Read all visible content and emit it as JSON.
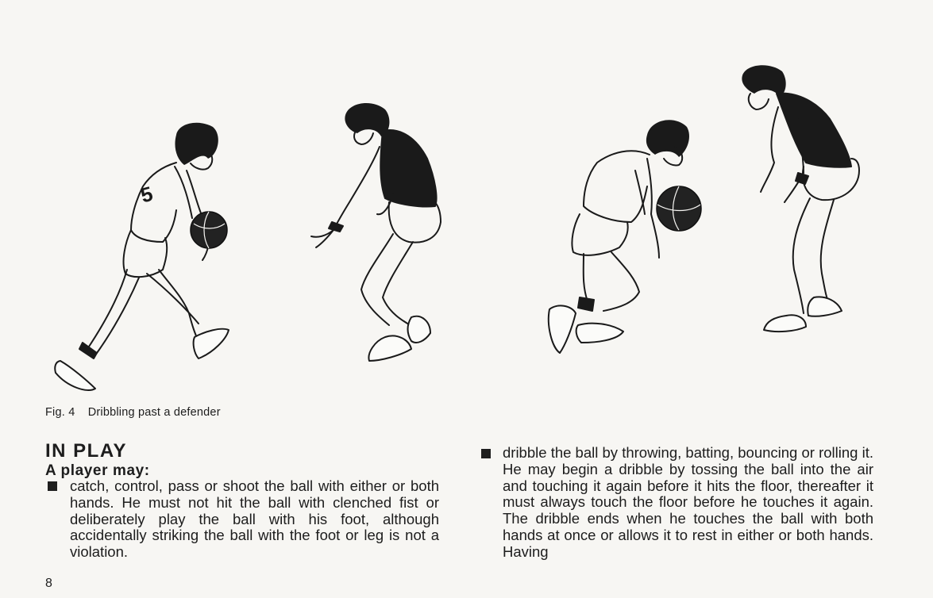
{
  "figure": {
    "number": "Fig. 4",
    "caption": "Dribbling past a defender",
    "jersey_number": "5"
  },
  "section": {
    "heading": "IN PLAY",
    "subheading": "A player may:",
    "items": [
      "catch, control, pass or shoot the ball with either or both hands. He must not hit the ball with clenched fist or deliberately play the ball with his foot, although accidentally striking the ball with the foot or leg is not a violation.",
      "dribble the ball by throwing, batting, bouncing or rolling it. He may begin a dribble by tossing the ball into the air and touching it again before it hits the floor, thereafter it must always touch the floor before he touches it again. The dribble ends when he touches the ball with both hands at once or allows it to rest in either or both hands. Having"
    ]
  },
  "page_number": "8"
}
